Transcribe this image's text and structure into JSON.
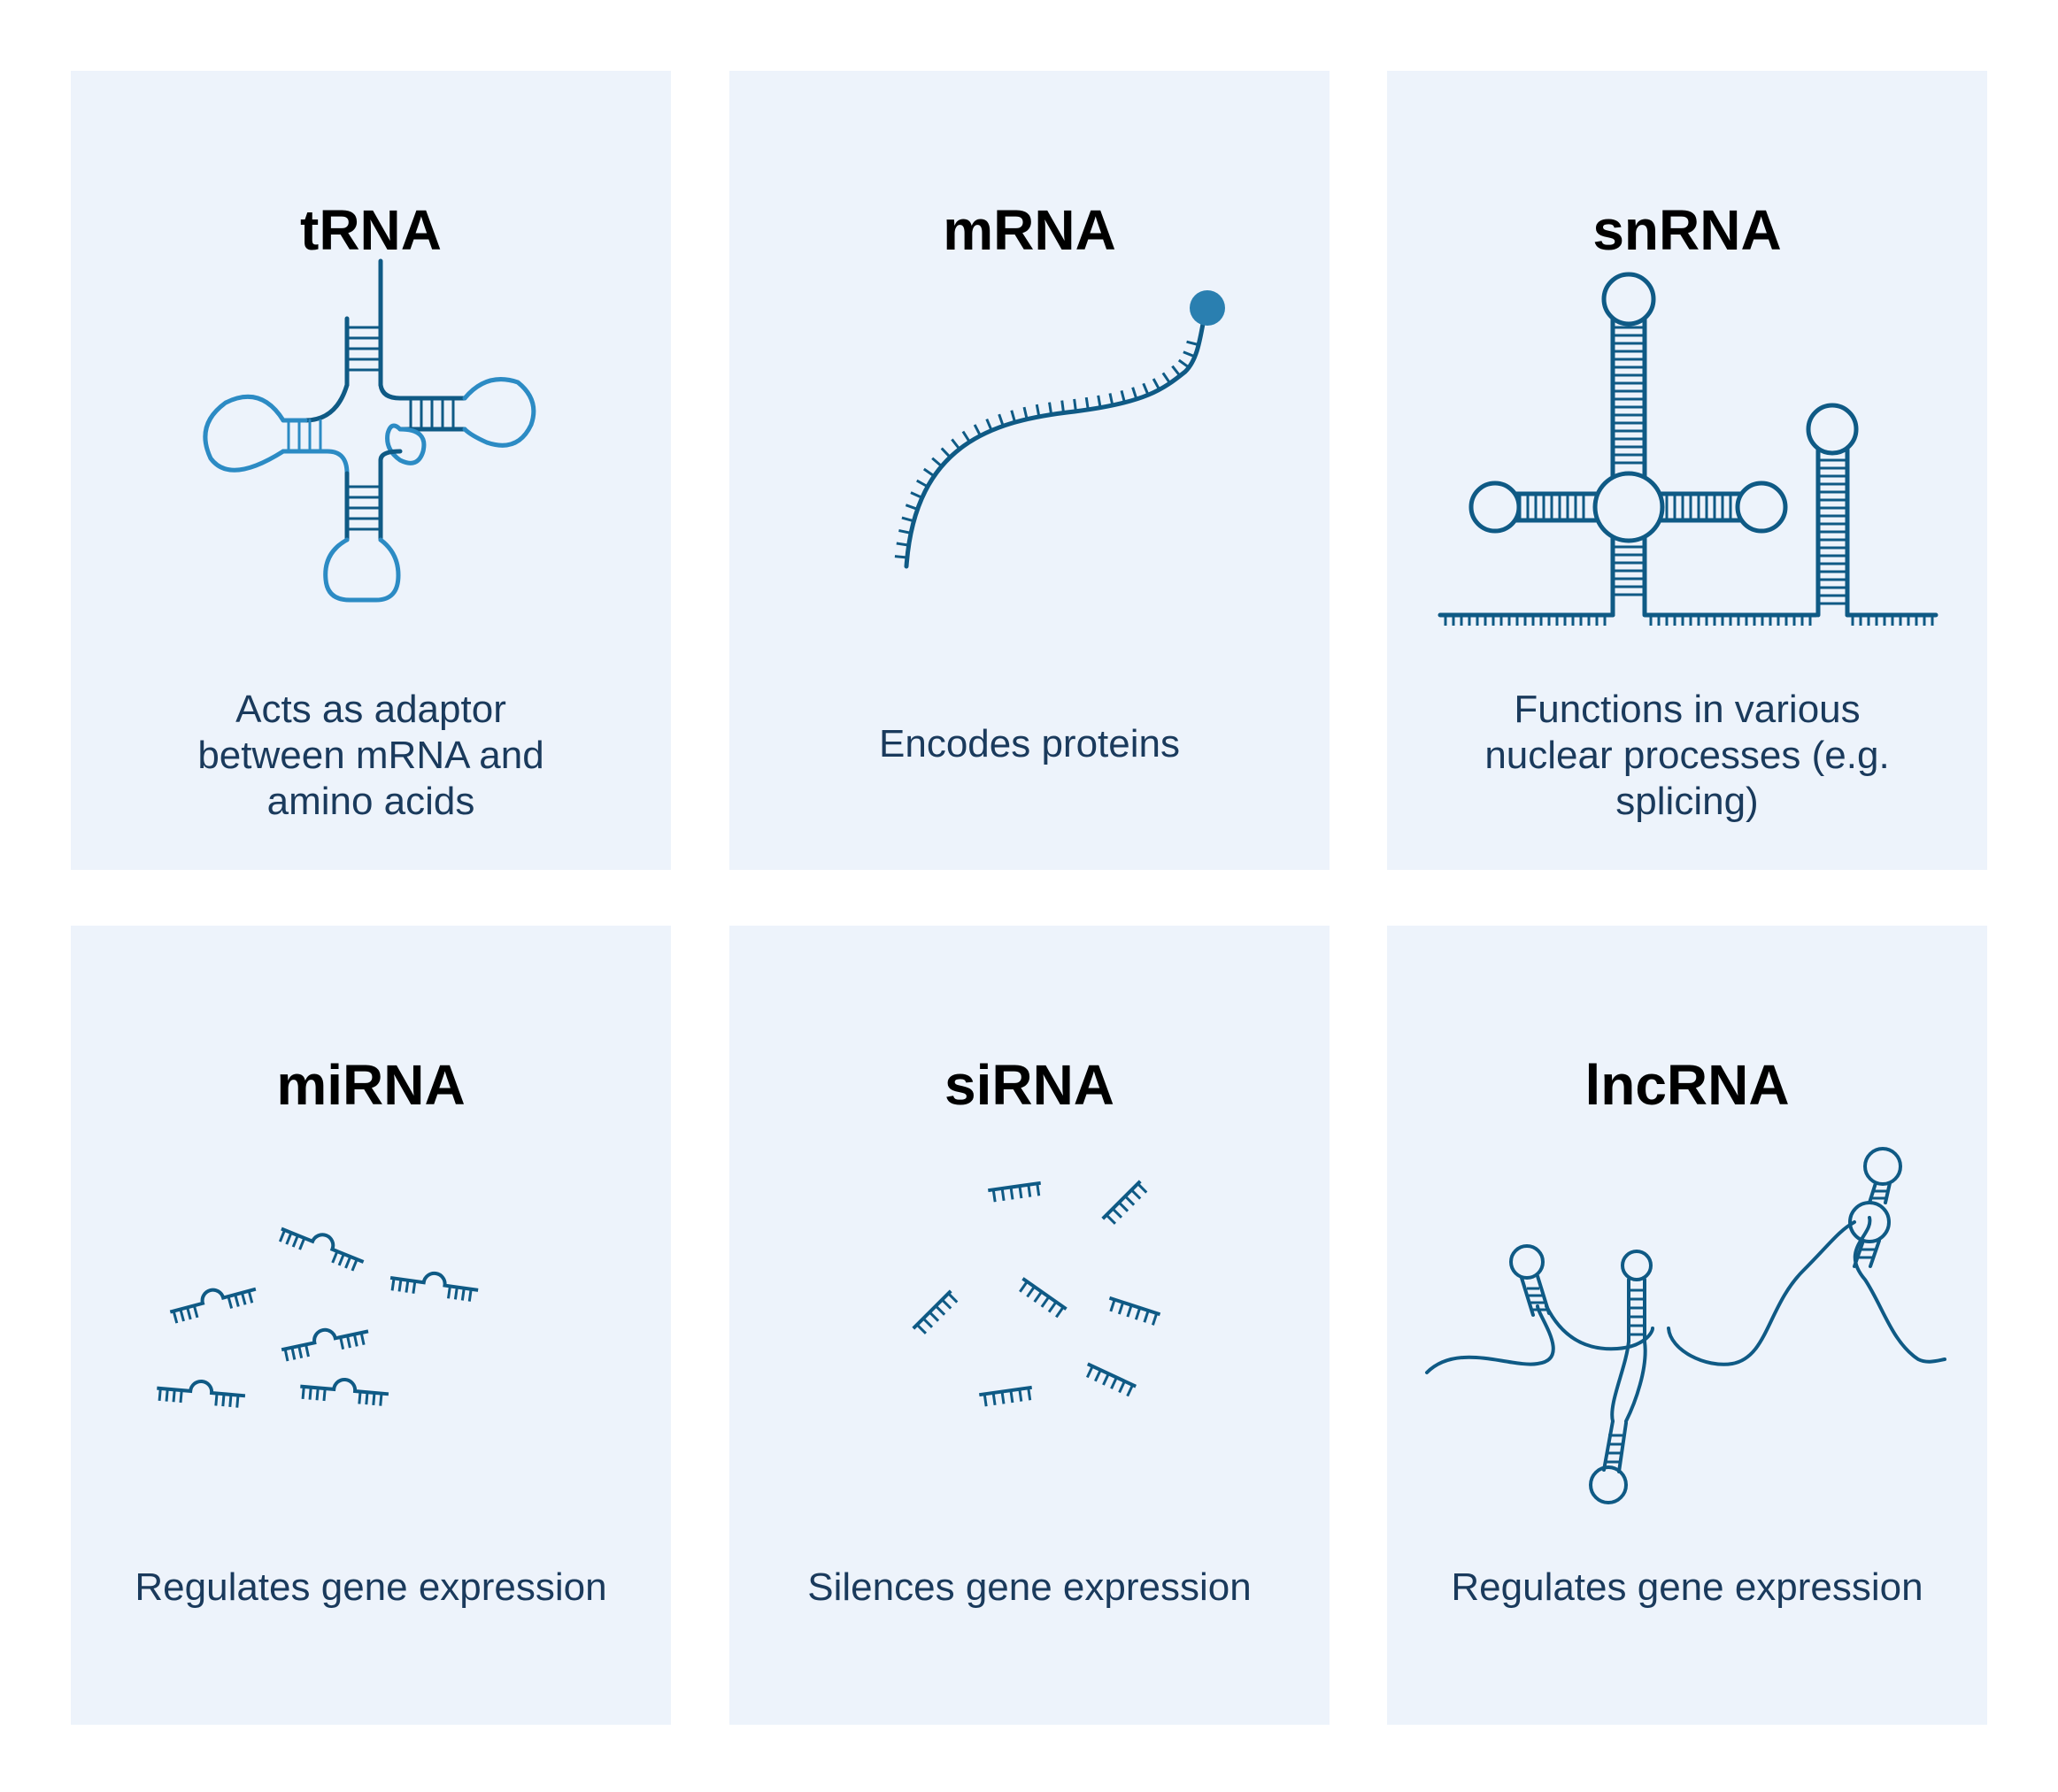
{
  "cards": [
    {
      "title": "tRNA",
      "description": "Acts as adaptor between mRNA and amino acids",
      "icon": "trna-cloverleaf-icon"
    },
    {
      "title": "mRNA",
      "description": "Encodes proteins",
      "icon": "mrna-strand-icon"
    },
    {
      "title": "snRNA",
      "description": "Functions in various nuclear processes (e.g. splicing)",
      "icon": "snrna-structure-icon"
    },
    {
      "title": "miRNA",
      "description": "Regulates gene expression",
      "icon": "mirna-fragments-icon"
    },
    {
      "title": "siRNA",
      "description": "Silences gene expression",
      "icon": "sirna-fragments-icon"
    },
    {
      "title": "lncRNA",
      "description": "Regulates gene expression",
      "icon": "lncrna-hairpins-icon"
    }
  ],
  "colors": {
    "card_background": "#edf3fb",
    "dark_strand": "#0f5a85",
    "light_strand": "#2c8bc4",
    "text": "#1a3a5c"
  }
}
